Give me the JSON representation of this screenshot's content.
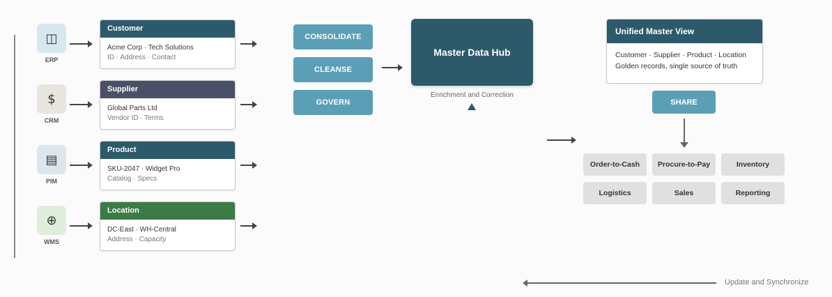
{
  "colors": {
    "customer": "#2d5a6b",
    "supplier": "#4a5068",
    "product": "#2d5a6b",
    "location": "#3c7a47",
    "hub": "#2d5a6b",
    "process": "#5b9fb6"
  },
  "systems": [
    {
      "label": "ERP",
      "icon": "columns-icon",
      "glyph": "◫",
      "bg": "#d6e7ee"
    },
    {
      "label": "CRM",
      "icon": "dollar-icon",
      "glyph": "$",
      "bg": "#e8e4de"
    },
    {
      "label": "PIM",
      "icon": "catalog-icon",
      "glyph": "▤",
      "bg": "#dce6ee"
    },
    {
      "label": "WMS",
      "icon": "globe-icon",
      "glyph": "⊕",
      "bg": "#deeedb"
    }
  ],
  "cards": [
    {
      "title": "Customer",
      "line1": "Acme Corp · Tech Solutions",
      "line2": "ID · Address · Contact"
    },
    {
      "title": "Supplier",
      "line1": "Global Parts Ltd",
      "line2": "Vendor ID · Terms"
    },
    {
      "title": "Product",
      "line1": "SKU-2047 · Widget Pro",
      "line2": "Catalog · Specs"
    },
    {
      "title": "Location",
      "line1": "DC-East · WH-Central",
      "line2": "Address · Capacity"
    }
  ],
  "steps": [
    "CONSOLIDATE",
    "CLEANSE",
    "GOVERN"
  ],
  "hub": {
    "title": "Master Data Hub",
    "caption": "Enrichment and Correction"
  },
  "unified": {
    "title": "Unified Master View",
    "line1": "Customer · Supplier · Product · Location",
    "line2": "Golden records, single source of truth"
  },
  "share_label": "SHARE",
  "processes": [
    "Order-to-Cash",
    "Procure-to-Pay",
    "Inventory",
    "Logistics",
    "Sales",
    "Reporting"
  ],
  "sync_label": "Update and Synchronize"
}
